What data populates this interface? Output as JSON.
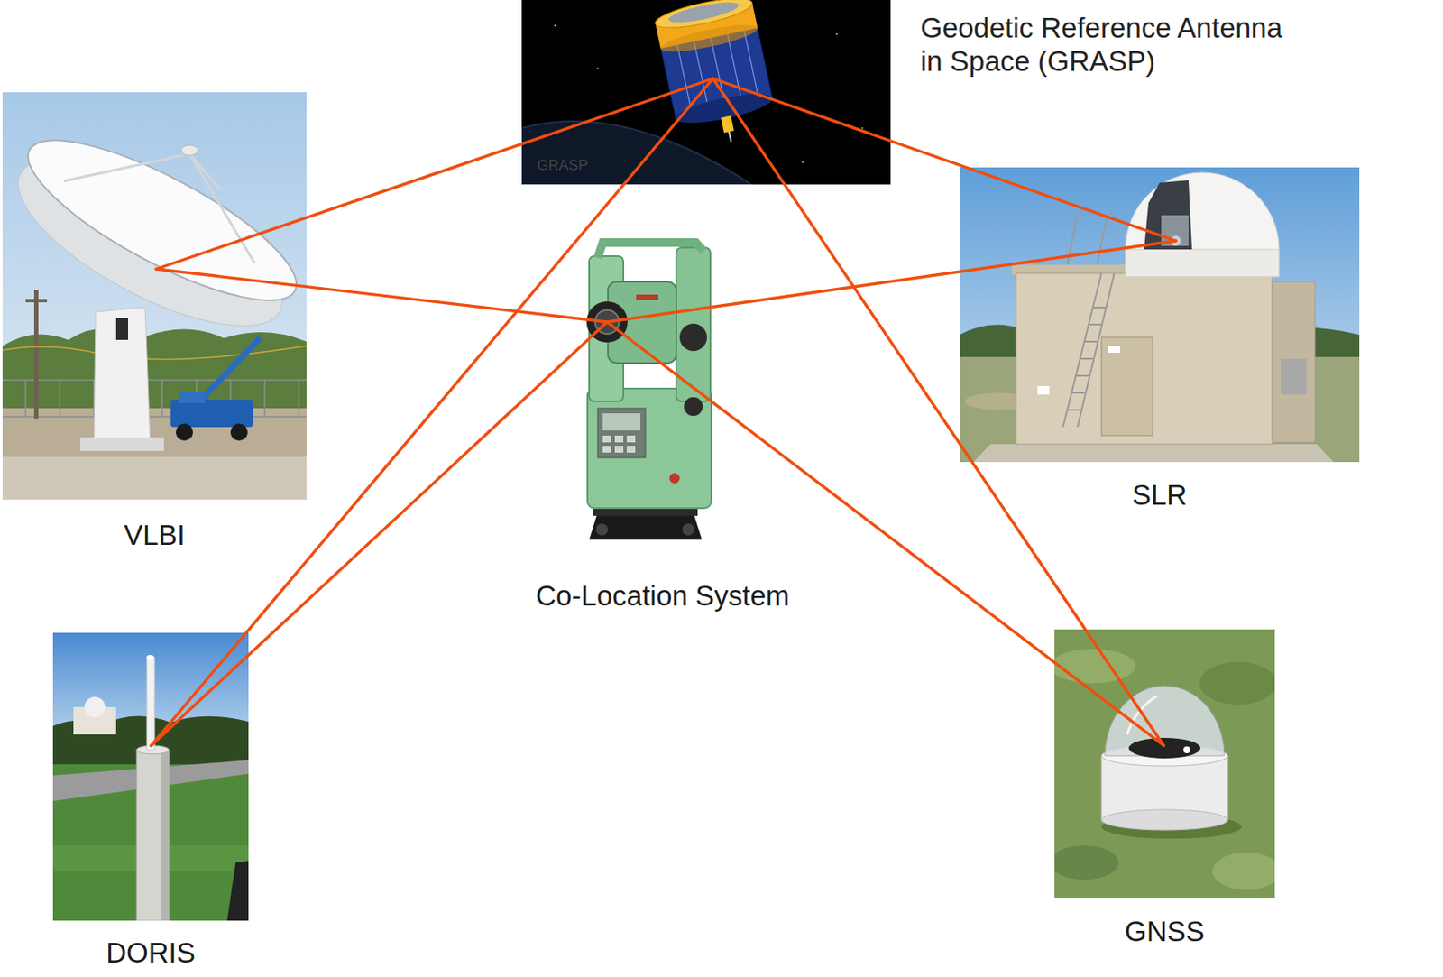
{
  "diagram": {
    "nodes": [
      {
        "text": [
          "Geodetic Reference Antenna in Space (GRASP)",
          "GRASP"
        ]
      },
      {
        "text": [
          "VLBI"
        ]
      },
      {
        "text": [
          "SLR"
        ]
      },
      {
        "text": [
          "Co-Location System"
        ]
      },
      {
        "text": [
          "DORIS"
        ]
      },
      {
        "text": [
          "GNSS"
        ]
      }
    ],
    "edges": [
      {
        "from": 0,
        "to": 1,
        "arrow": "none"
      },
      {
        "from": 0,
        "to": 2,
        "arrow": "none"
      },
      {
        "from": 0,
        "to": 4,
        "arrow": "none"
      },
      {
        "from": 0,
        "to": 5,
        "arrow": "none"
      },
      {
        "from": 1,
        "to": 3,
        "arrow": "none"
      },
      {
        "from": 3,
        "to": 2,
        "arrow": "none"
      },
      {
        "from": 3,
        "to": 4,
        "arrow": "none"
      },
      {
        "from": 3,
        "to": 5,
        "arrow": "none"
      }
    ]
  }
}
